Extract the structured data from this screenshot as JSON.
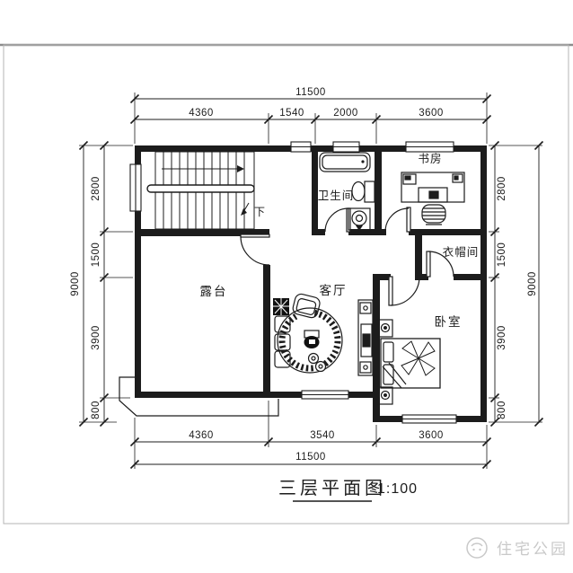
{
  "meta": {
    "drawing_type": "residential floor plan"
  },
  "title": {
    "text": "三层平面图",
    "scale": "1:100"
  },
  "rooms": {
    "study": {
      "label": "书房"
    },
    "bathroom": {
      "label": "卫生间"
    },
    "cloakroom": {
      "label": "衣帽间"
    },
    "terrace": {
      "label": "露台"
    },
    "living": {
      "label": "客厅"
    },
    "bedroom": {
      "label": "卧室"
    },
    "stairs": {
      "direction_label": "下"
    }
  },
  "dimensions": {
    "top": {
      "total": "11500",
      "segments": [
        "4360",
        "1540",
        "2000",
        "3600"
      ]
    },
    "bottom": {
      "total": "11500",
      "segments": [
        "4360",
        "3540",
        "3600"
      ]
    },
    "left": {
      "total": "9000",
      "segments": [
        "2800",
        "1500",
        "3900",
        "800"
      ]
    },
    "right": {
      "total": "9000",
      "segments": [
        "2800",
        "1500",
        "3900",
        "800"
      ]
    }
  },
  "watermark": {
    "text": "住宅公园"
  },
  "colors": {
    "line": "#1c1c1c",
    "frame": "#ababab",
    "watermark": "#c9c9c9",
    "background": "#ffffff"
  }
}
